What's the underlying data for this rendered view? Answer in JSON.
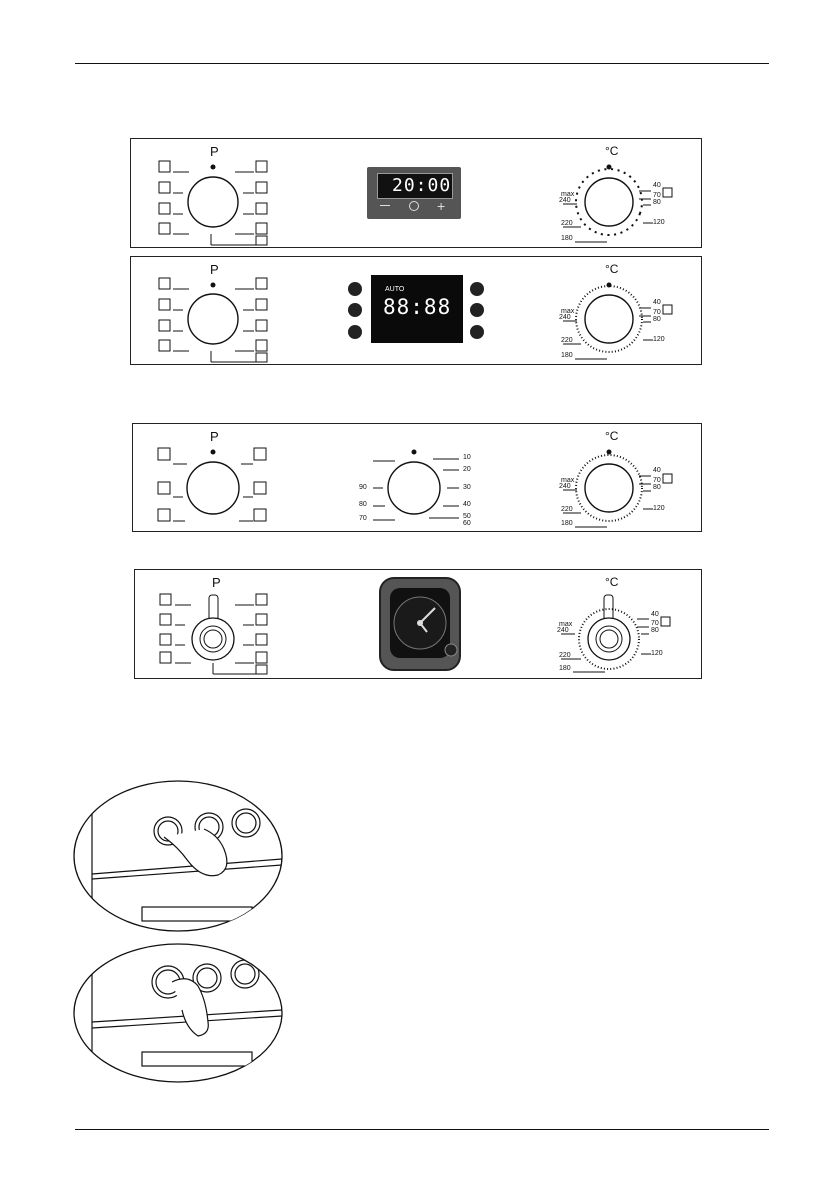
{
  "panels": {
    "p1": {
      "program_label": "P",
      "temp_label": "°C",
      "display_time": "20:00"
    },
    "p2": {
      "program_label": "P",
      "temp_label": "°C",
      "display_mode": "AUTO",
      "display_time": "88:88"
    },
    "p3": {
      "program_label": "P",
      "temp_label": "°C"
    },
    "p4": {
      "program_label": "P",
      "temp_label": "°C"
    }
  },
  "temp_scale": [
    "max",
    "240",
    "220",
    "180",
    "40",
    "70",
    "80",
    "120"
  ],
  "timer_scale": [
    "10",
    "20",
    "30",
    "40",
    "50",
    "60",
    "70",
    "80",
    "90"
  ],
  "icons": {
    "program_left": [
      "fan-icon",
      "fan-grill-icon",
      "bottom-fan-icon",
      "top-bottom-fan-icon"
    ],
    "program_right": [
      "defrost-icon",
      "top-heat-icon",
      "grill-icon",
      "bottom-heat-icon",
      "top-bottom-heat-icon"
    ],
    "display_buttons": [
      "minus-icon",
      "clock-icon",
      "plus-icon"
    ],
    "touch_left": [
      "timer-icon",
      "minus-icon",
      "next-icon"
    ],
    "touch_right": [
      "bell-icon",
      "plus-icon",
      "key-icon"
    ]
  }
}
